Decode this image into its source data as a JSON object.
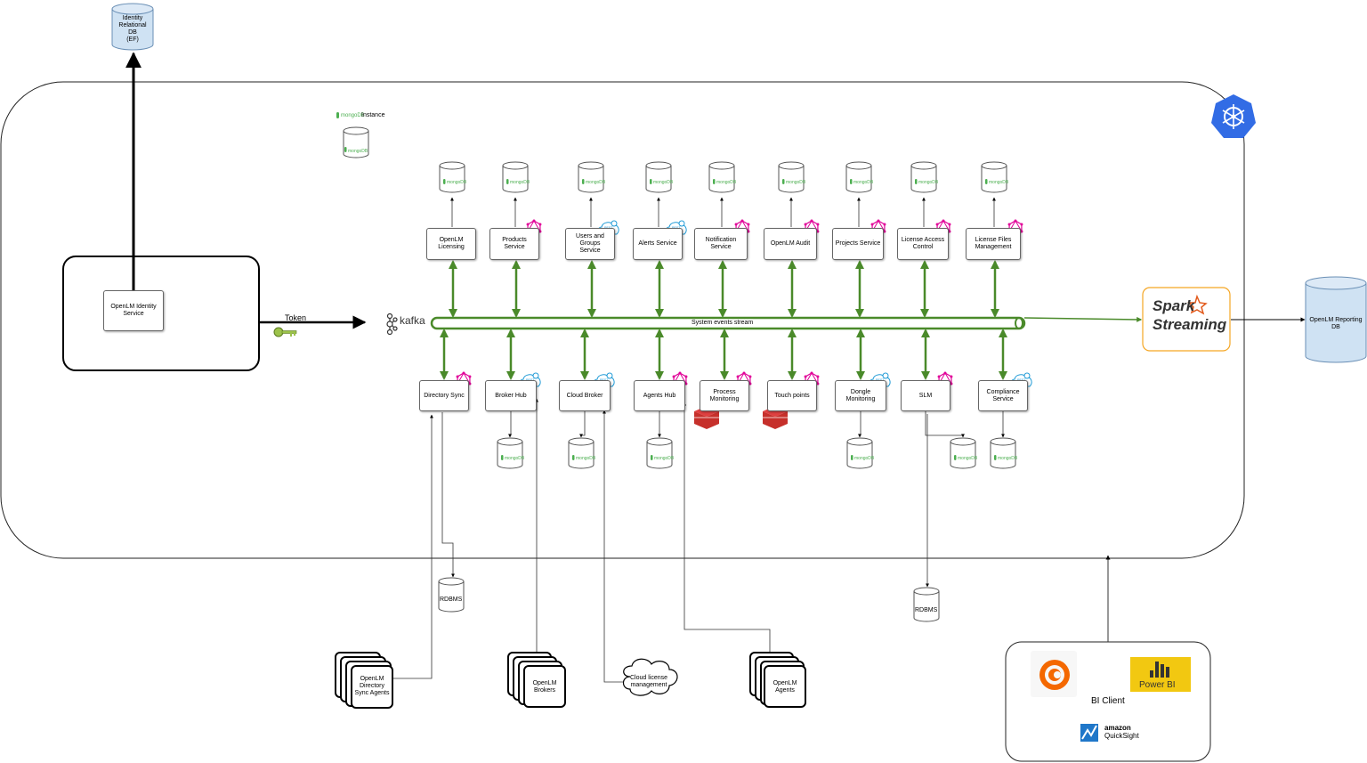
{
  "identity_db": {
    "label_lines": [
      "Identity",
      "Relational",
      "DB",
      "(EF)"
    ]
  },
  "identity_service": {
    "label_lines": [
      "OpenLM Identity",
      "Service"
    ]
  },
  "token_label": "Token",
  "kafka_label": "kafka",
  "stream_label": "System events stream",
  "mongo_instance_label": "Instance",
  "mongodb_text": "mongoDB",
  "top_services": [
    {
      "name": "OpenLM Licensing",
      "lines": [
        "OpenLM",
        "Licensing"
      ],
      "badge": "none"
    },
    {
      "name": "Products Service",
      "lines": [
        "Products Service"
      ],
      "badge": "graphql"
    },
    {
      "name": "Users and Groups Service",
      "lines": [
        "Users and Groups",
        "Service"
      ],
      "badge": "rest"
    },
    {
      "name": "Alerts Service",
      "lines": [
        "Alerts Service"
      ],
      "badge": "rest"
    },
    {
      "name": "Notification Service",
      "lines": [
        "Notification Service"
      ],
      "badge": "graphql"
    },
    {
      "name": "OpenLM Audit",
      "lines": [
        "OpenLM Audit"
      ],
      "badge": "graphql"
    },
    {
      "name": "Projects Service",
      "lines": [
        "Projects Service"
      ],
      "badge": "graphql"
    },
    {
      "name": "License Access Control",
      "lines": [
        "License Access",
        "Control"
      ],
      "badge": "graphql"
    },
    {
      "name": "License Files Management",
      "lines": [
        "License Files",
        "Management"
      ],
      "badge": "graphql"
    }
  ],
  "bottom_services": [
    {
      "name": "Directory Sync",
      "lines": [
        "Directory Sync"
      ],
      "badge": "graphql"
    },
    {
      "name": "Broker Hub",
      "lines": [
        "Broker Hub"
      ],
      "badge": "rest"
    },
    {
      "name": "Cloud Broker",
      "lines": [
        "Cloud Broker"
      ],
      "badge": "rest"
    },
    {
      "name": "Agents Hub",
      "lines": [
        "Agents Hub"
      ],
      "badge": "graphql"
    },
    {
      "name": "Process Monitoring",
      "lines": [
        "Process",
        "Monitoring"
      ],
      "badge": "graphql"
    },
    {
      "name": "Touch points",
      "lines": [
        "Touch points"
      ],
      "badge": "graphql"
    },
    {
      "name": "Dongle Monitoring",
      "lines": [
        "Dongle Monitoring"
      ],
      "badge": "rest"
    },
    {
      "name": "SLM",
      "lines": [
        "SLM"
      ],
      "badge": "graphql"
    },
    {
      "name": "Compliance Service",
      "lines": [
        "Compliance",
        "Service"
      ],
      "badge": "rest"
    }
  ],
  "rest_badge_text": [
    "REST",
    "API"
  ],
  "spark": {
    "line1": "Spark",
    "line2": "Streaming"
  },
  "reporting_db": {
    "label_lines": [
      "OpenLM Reporting",
      "DB"
    ]
  },
  "rdbms_label": "RDBMS",
  "stacks": [
    {
      "name": "OpenLM Directory Sync Agents",
      "lines": [
        "OpenLM",
        "Directory",
        "Sync Agents"
      ]
    },
    {
      "name": "OpenLM Brokers",
      "lines": [
        "OpenLM",
        "Brokers"
      ]
    },
    {
      "name": "OpenLM Agents",
      "lines": [
        "OpenLM",
        "Agents"
      ]
    }
  ],
  "cloud": {
    "lines": [
      "Cloud license",
      "management"
    ]
  },
  "bi": {
    "title": "BI Client",
    "powerbi_label": "Power BI",
    "quicksight_line1": "amazon",
    "quicksight_line2": "QuickSight"
  },
  "colors": {
    "green": "#4a8a2a",
    "db_blue": "#cfe2f3",
    "db_blue_border": "#6a8fb5",
    "graphql_pink": "#e10098",
    "rest_blue": "#1f9ad6",
    "k8s_blue": "#326ce5",
    "redis_red": "#c6302b",
    "spark_orange": "#f5a623",
    "powerbi_yellow": "#f2c811",
    "grafana_orange": "#f46800"
  }
}
